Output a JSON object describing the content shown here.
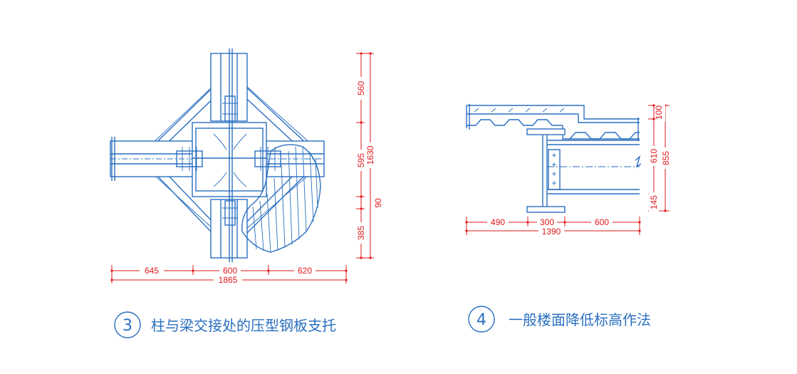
{
  "detail3": {
    "number": "3",
    "caption": "柱与梁交接处的压型钢板支托",
    "dims": {
      "bottom_left": "645",
      "bottom_mid": "600",
      "bottom_right": "620",
      "bottom_total": "1865",
      "right_top": "560",
      "right_mid": "595",
      "right_bottom": "385",
      "right_total": "1630",
      "right_small": "90"
    }
  },
  "detail4": {
    "number": "4",
    "caption": "一般楼面降低标高作法",
    "dims": {
      "bottom_left": "490",
      "bottom_mid": "300",
      "bottom_right": "600",
      "bottom_total": "1390",
      "right_top": "100",
      "right_mid": "610",
      "right_bottom": "145",
      "right_total": "855"
    }
  },
  "colors": {
    "line": "#2a6fc0",
    "dimension": "#e0181b",
    "background": "#ffffff"
  }
}
